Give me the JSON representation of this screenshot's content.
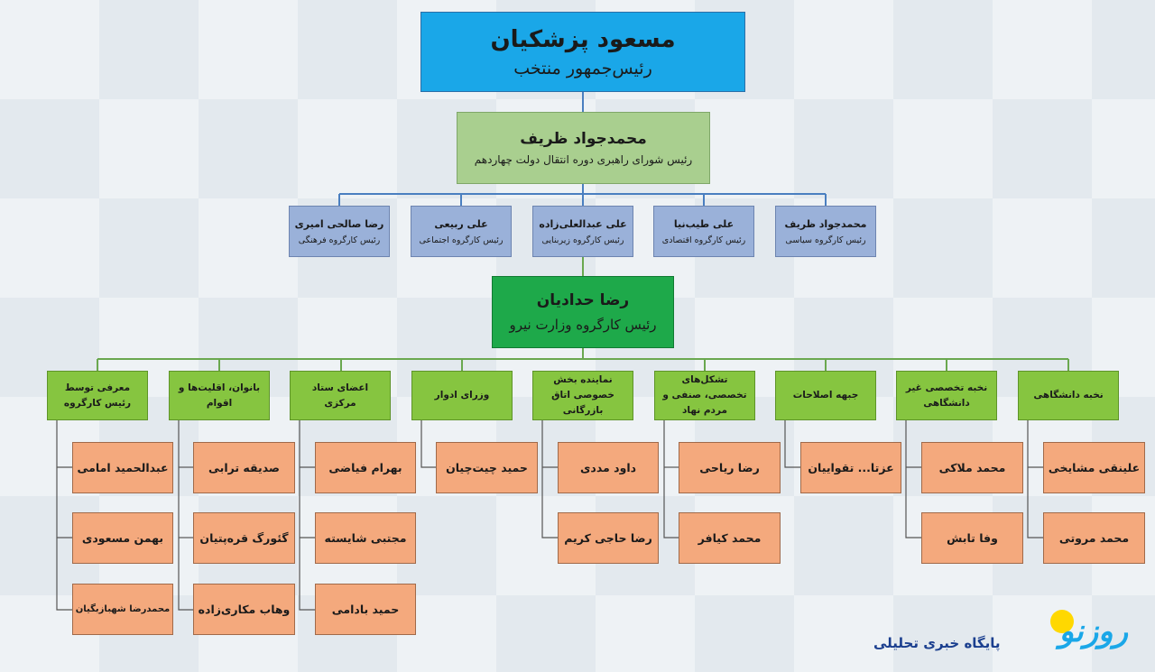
{
  "top": {
    "name": "مسعود پزشکیان",
    "title": "رئیس‌جمهور منتخب"
  },
  "head": {
    "name": "محمدجواد ظریف",
    "title": "رئیس شورای راهبری دوره انتقال دولت چهاردهم"
  },
  "working_groups": [
    {
      "name": "محمدجواد ظریف",
      "title": "رئیس کارگروه سیاسی"
    },
    {
      "name": "علی طیب‌نیا",
      "title": "رئیس کارگروه اقتصادی"
    },
    {
      "name": "علی عبدالعلی‌زاده",
      "title": "رئیس کارگروه زیربنایی"
    },
    {
      "name": "علی ربیعی",
      "title": "رئیس کارگروه اجتماعی"
    },
    {
      "name": "رضا صالحی امیری",
      "title": "رئیس کارگروه فرهنگی"
    }
  ],
  "main": {
    "name": "رضا حدادیان",
    "title": "رئیس کارگروه وزارت نیرو"
  },
  "categories": [
    {
      "label": "نخبه دانشگاهی",
      "members": [
        "علینقی مشایخی",
        "محمد مروتی"
      ]
    },
    {
      "label": "نخبه تخصصی غیر دانشگاهی",
      "members": [
        "محمد ملاکی",
        "وفا تابش"
      ]
    },
    {
      "label": "جبهه اصلاحات",
      "members": [
        "عزتا... تقواییان"
      ]
    },
    {
      "label": "تشکل‌های تخصصی، صنفی و مردم نهاد",
      "members": [
        "رضا ریاحی",
        "محمد کیافر"
      ]
    },
    {
      "label": "نماینده بخش خصوصی اتاق بازرگانی",
      "members": [
        "داود مددی",
        "رضا حاجی کریم"
      ]
    },
    {
      "label": "وزرای ادوار",
      "members": [
        "حمید چیت‌چیان"
      ]
    },
    {
      "label": "اعضای ستاد مرکزی",
      "members": [
        "بهرام فیاضی",
        "مجتبی شایسته",
        "حمید بادامی"
      ]
    },
    {
      "label": "بانوان، اقلیت‌ها و اقوام",
      "members": [
        "صدیقه ترابی",
        "گئورگ قره‌پتیان",
        "وهاب مکاری‌زاده"
      ]
    },
    {
      "label": "معرفی توسط رئیس کارگروه",
      "members": [
        "عبدالحمید امامی",
        "بهمن مسعودی",
        "محمدرضا شهبازبگیان"
      ]
    }
  ],
  "logo": {
    "brand": "روزنو",
    "subtitle": "پایگاه خبری تحلیلی"
  },
  "colors": {
    "top": "#1aa7e8",
    "head": "#a9cf8f",
    "working_group": "#9ab1d9",
    "main": "#1ea94a",
    "category": "#86c540",
    "member": "#f4a97d",
    "line_blue": "#4a7fc0",
    "line_green": "#6aa84f"
  }
}
